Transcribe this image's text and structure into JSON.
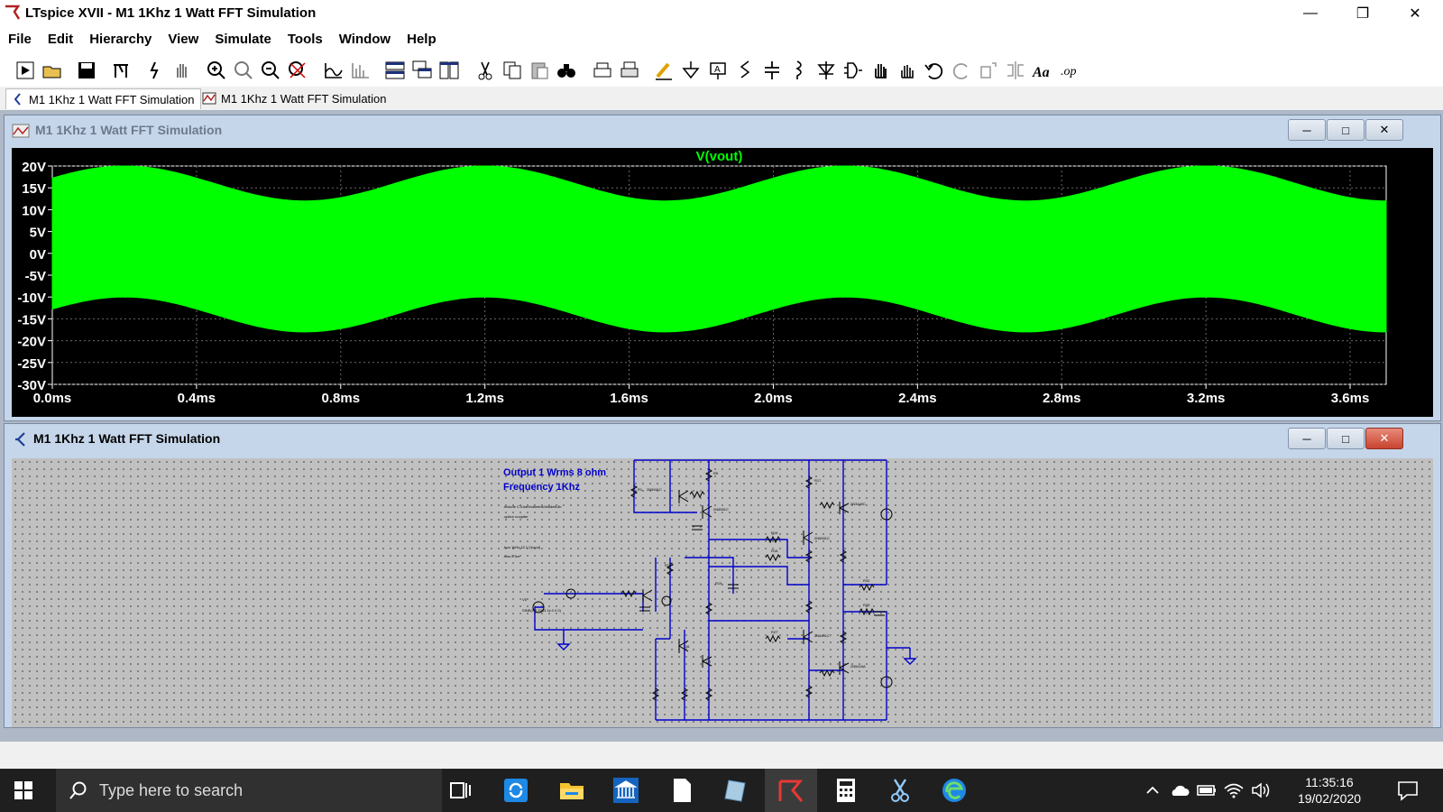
{
  "window": {
    "title": "LTspice XVII - M1 1Khz 1 Watt FFT Simulation"
  },
  "menu": [
    "File",
    "Edit",
    "Hierarchy",
    "View",
    "Simulate",
    "Tools",
    "Window",
    "Help"
  ],
  "tabs": [
    {
      "label": "M1 1Khz 1 Watt FFT Simulation",
      "active": true
    },
    {
      "label": "M1 1Khz 1 Watt FFT Simulation",
      "active": false
    }
  ],
  "plot_window": {
    "title": "M1 1Khz 1 Watt FFT Simulation"
  },
  "schematic_window": {
    "title": "M1 1Khz 1 Watt FFT Simulation"
  },
  "schematic": {
    "note_line1": "Output 1 Wrms 8 ohm",
    "note_line2": "Frequency 1Khz"
  },
  "chart_data": {
    "type": "line",
    "title": "V(vout)",
    "series": [
      {
        "name": "V(vout)",
        "color": "#00ff00"
      }
    ],
    "x_ticks": [
      "0.0ms",
      "0.4ms",
      "0.8ms",
      "1.2ms",
      "1.6ms",
      "2.0ms",
      "2.4ms",
      "2.8ms",
      "3.2ms",
      "3.6ms"
    ],
    "y_ticks": [
      "20V",
      "15V",
      "10V",
      "5V",
      "0V",
      "-5V",
      "-10V",
      "-15V",
      "-20V",
      "-25V",
      "-30V"
    ],
    "xlim": [
      0,
      3.7
    ],
    "ylim": [
      -30,
      20
    ],
    "envelope": {
      "upper_mean": 16.0,
      "upper_amplitude": 4.0,
      "lower_mean": -14.0,
      "lower_amplitude": 4.0,
      "period_ms": 1.0,
      "phase_ms_peak": 0.2
    },
    "grid": true
  },
  "taskbar": {
    "search_placeholder": "Type here to search",
    "time": "11:35:16",
    "date": "19/02/2020"
  },
  "colors": {
    "trace": "#00ff00",
    "plot_bg": "#000000",
    "schematic_wire": "#0000cc"
  }
}
